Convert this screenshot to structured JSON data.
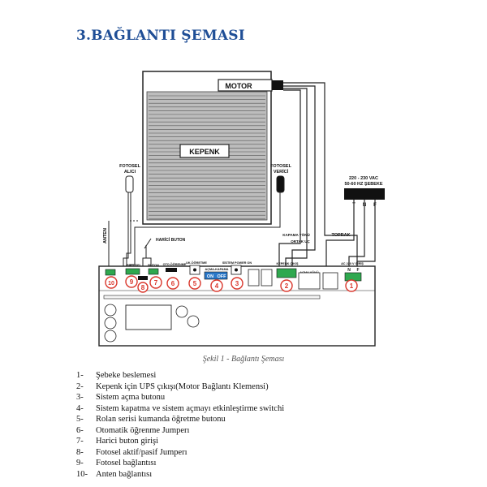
{
  "header": {
    "title": "3.BAĞLANTI ŞEMASI"
  },
  "diagram": {
    "motor": "MOTOR",
    "kepenk": "KEPENK",
    "fotosel_alici": [
      "FOTOSEL",
      "ALICI"
    ],
    "fotosel_verici": [
      "FOTOSEL",
      "VERİCİ"
    ],
    "supply": [
      "220 - 230 VAC",
      "50-60 HZ ŞEBEKE"
    ],
    "supply_terminals": [
      "T",
      "N",
      "F"
    ],
    "toprak": "TOPRAK",
    "anten": "ANTEN",
    "harici_buton": "HARİCİ BUTON",
    "kepenk_yonu": "KAPAMA YÖNÜ",
    "ortak_uc": "ORTAK UÇ",
    "acma_yonu": "AÇMA YÖNÜ",
    "kepenk_cikis": "KEPENK ÇIKIŞ",
    "ac_giris": "AC 220 V GİRİŞ",
    "ac_terminals": [
      "N",
      "F"
    ],
    "fotosel_label": "FOTOSEL",
    "buton_label": "BUTON",
    "oto_ogrenme": "OTO.ÖĞRENME",
    "uk_ogretme": "UK.ÖĞRETME",
    "acma_kapama": "AÇMA-KAPAMA",
    "on_label": "ON",
    "off_label": "OFF",
    "sistem_power_on": "SİSTEM POWER ON",
    "circle_numbers": [
      "10",
      "9",
      "8",
      "7",
      "6",
      "5",
      "4",
      "3",
      "2",
      "1"
    ]
  },
  "caption": "Şekil 1 - Bağlantı Şeması",
  "legend": [
    {
      "num": "1-",
      "text": "Şebeke beslemesi"
    },
    {
      "num": "2-",
      "text": "Kepenk için UPS çıkışı(Motor Bağlantı Klemensi)"
    },
    {
      "num": "3-",
      "text": "Sistem açma butonu"
    },
    {
      "num": "4-",
      "text": "Sistem kapatma ve sistem açmayı etkinleştirme switchi"
    },
    {
      "num": "5-",
      "text": "Rolan serisi kumanda öğretme butonu"
    },
    {
      "num": "6-",
      "text": "Otomatik öğrenme Jumperı"
    },
    {
      "num": "7-",
      "text": "Harici buton girişi"
    },
    {
      "num": "8-",
      "text": "Fotosel aktif/pasif Jumperı"
    },
    {
      "num": "9-",
      "text": "Fotosel bağlantısı"
    },
    {
      "num": "10-",
      "text": "Anten bağlantısı"
    }
  ],
  "colors": {
    "title": "#1f4e96",
    "number_circle": "#d9362b",
    "terminal": "#2fa84f",
    "switch": "#2a78c8"
  }
}
